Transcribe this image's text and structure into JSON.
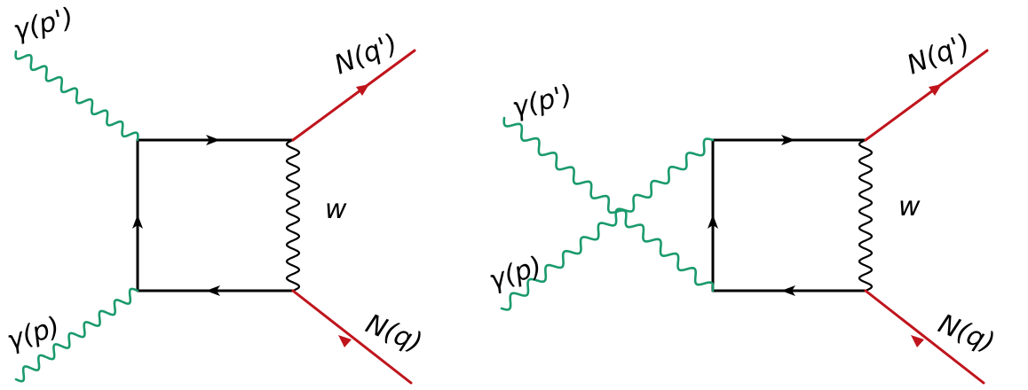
{
  "colors": {
    "photon": "#1a9a6c",
    "nucleon": "#c0141c",
    "fermion": "#000000",
    "boson": "#000000"
  },
  "diagrams": [
    {
      "photon_out": "γ(p')",
      "photon_in": "γ(p)",
      "nucleon_out": "N(q')",
      "nucleon_in": "N(q)",
      "exchange": "w"
    },
    {
      "photon_out": "γ(p')",
      "photon_in": "γ(p)",
      "nucleon_out": "N(q')",
      "nucleon_in": "N(q)",
      "exchange": "w"
    }
  ]
}
